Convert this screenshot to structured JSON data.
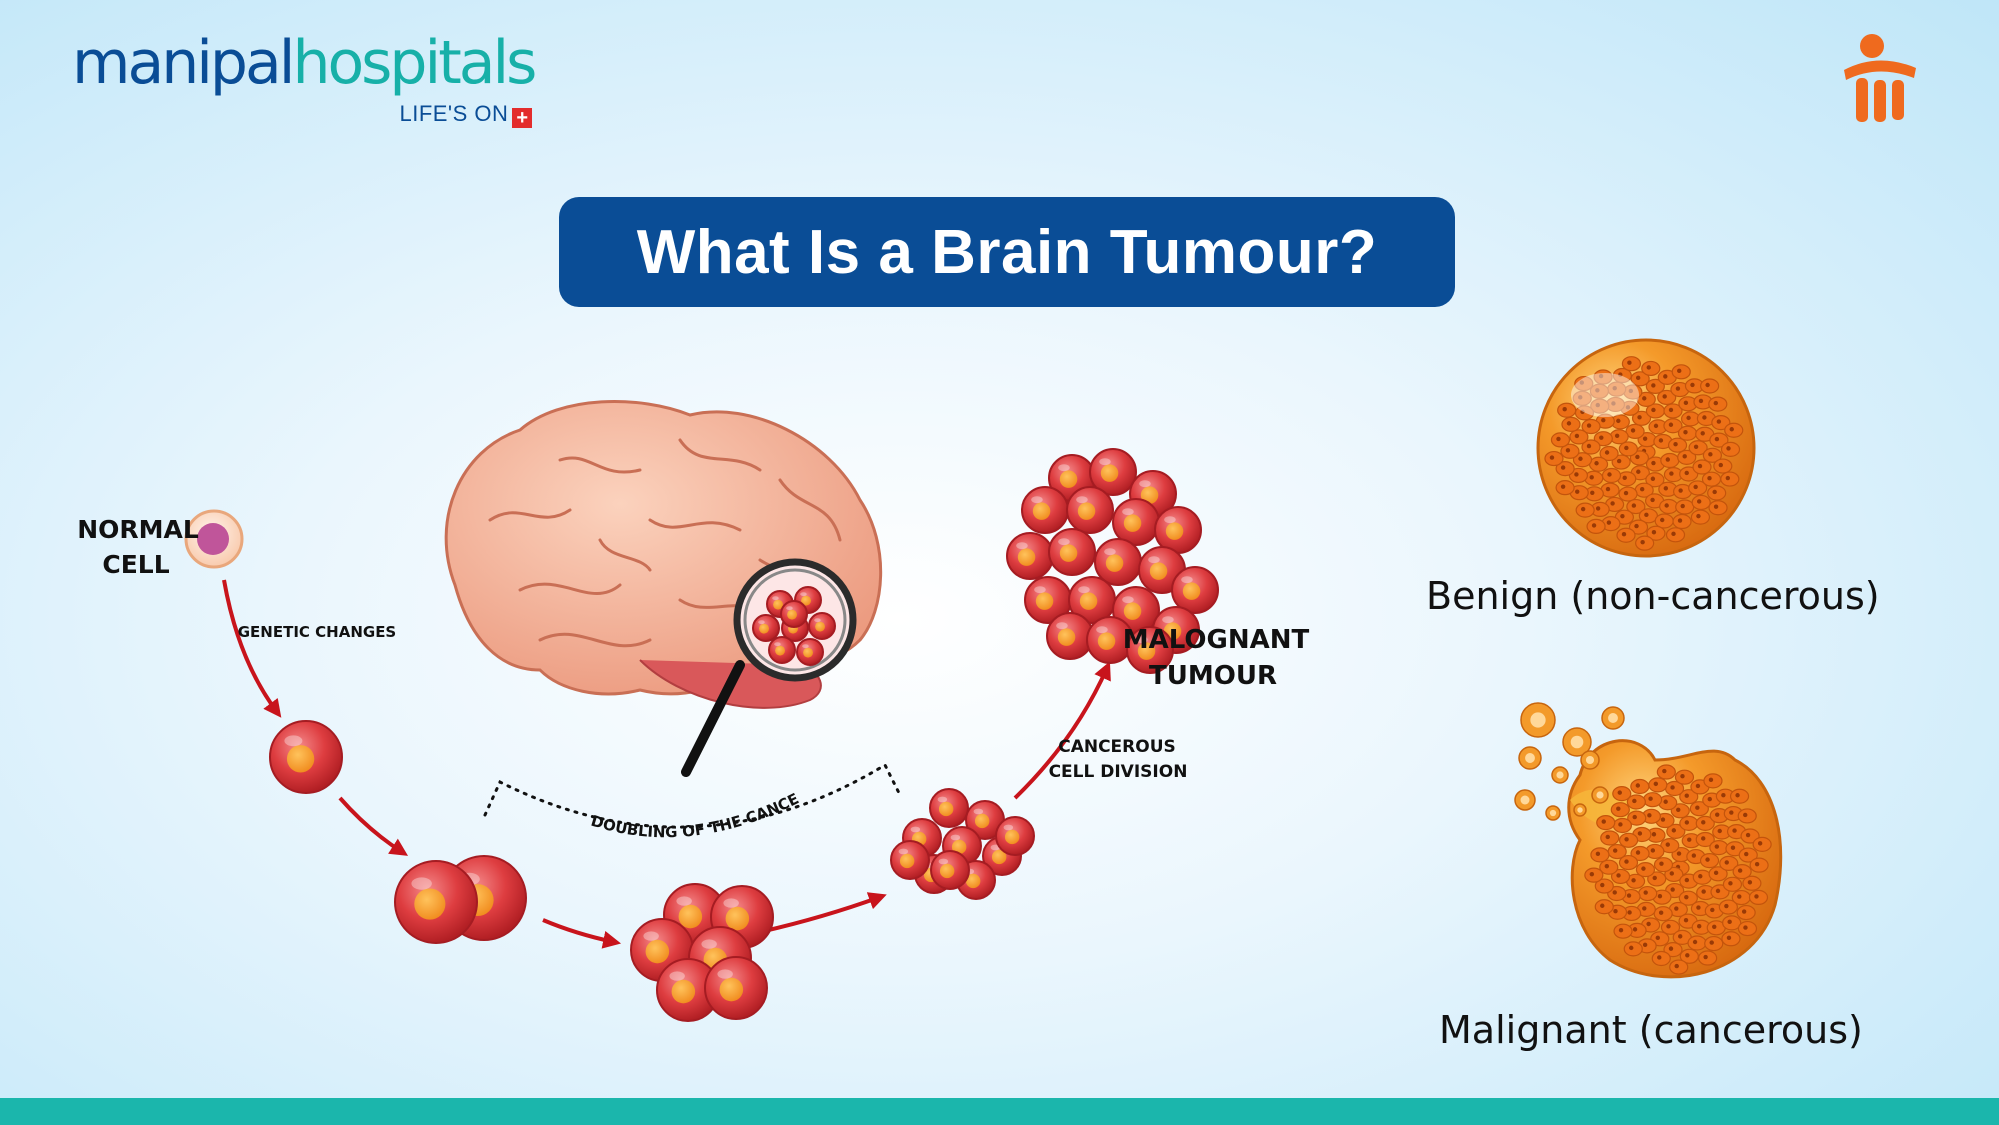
{
  "brand": {
    "name_part1": "manipal",
    "name_part2": "hospitals",
    "tagline": "LIFE'S ON",
    "tagline_symbol": "+"
  },
  "title": "What Is a Brain Tumour?",
  "diagram": {
    "normal_cell_line1": "NORMAL",
    "normal_cell_line2": "CELL",
    "genetic_changes": "GENETIC CHANGES",
    "doubling": "DOUBLING OF THE CANCER CELL",
    "cancerous_line1": "CANCEROUS",
    "cancerous_line2": "CELL DIVISION",
    "malignant_line1": "MALOGNANT",
    "malignant_line2": "TUMOUR"
  },
  "types": {
    "benign": "Benign (non-cancerous)",
    "malignant": "Malignant (cancerous)"
  },
  "colors": {
    "brand_blue": "#0a4d96",
    "brand_teal": "#17b0a8",
    "title_bg": "#0a4d96",
    "footer": "#1bb6ac",
    "cell_red": "#d9373a",
    "tumour_orange": "#f08a1c",
    "mascot_orange": "#ef6a1e"
  }
}
